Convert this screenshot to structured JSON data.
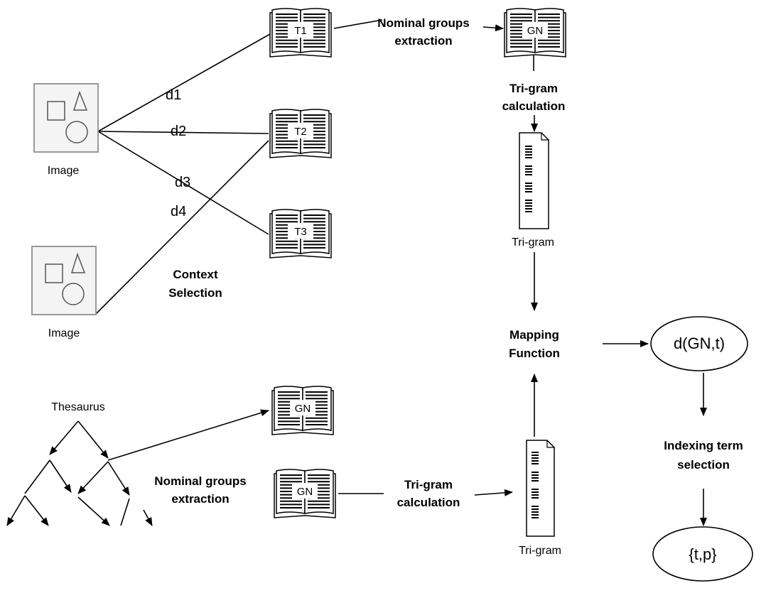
{
  "labels": {
    "image_top": "Image",
    "image_bottom": "Image",
    "d1": "d1",
    "d2": "d2",
    "d3": "d3",
    "d4": "d4",
    "context_selection": [
      "Context",
      "Selection"
    ],
    "nominal_groups_top": [
      "Nominal groups",
      "extraction"
    ],
    "trigram_calc_top": [
      "Tri-gram",
      "calculation"
    ],
    "trigram_top": "Tri-gram",
    "mapping_function": [
      "Mapping",
      "Function"
    ],
    "d_gn_t": "d(GN,t)",
    "indexing_term_selection": [
      "Indexing term",
      "selection"
    ],
    "t_p": "{t,p}",
    "thesaurus": "Thesaurus",
    "nominal_groups_bottom": [
      "Nominal groups",
      "extraction"
    ],
    "trigram_calc_bottom": [
      "Tri-gram",
      "calculation"
    ],
    "trigram_bottom": "Tri-gram"
  },
  "books": {
    "t1": "T1",
    "t2": "T2",
    "t3": "T3",
    "gn_top": "GN",
    "gn_thesaurus": "GN",
    "gn_bottom": "GN"
  }
}
